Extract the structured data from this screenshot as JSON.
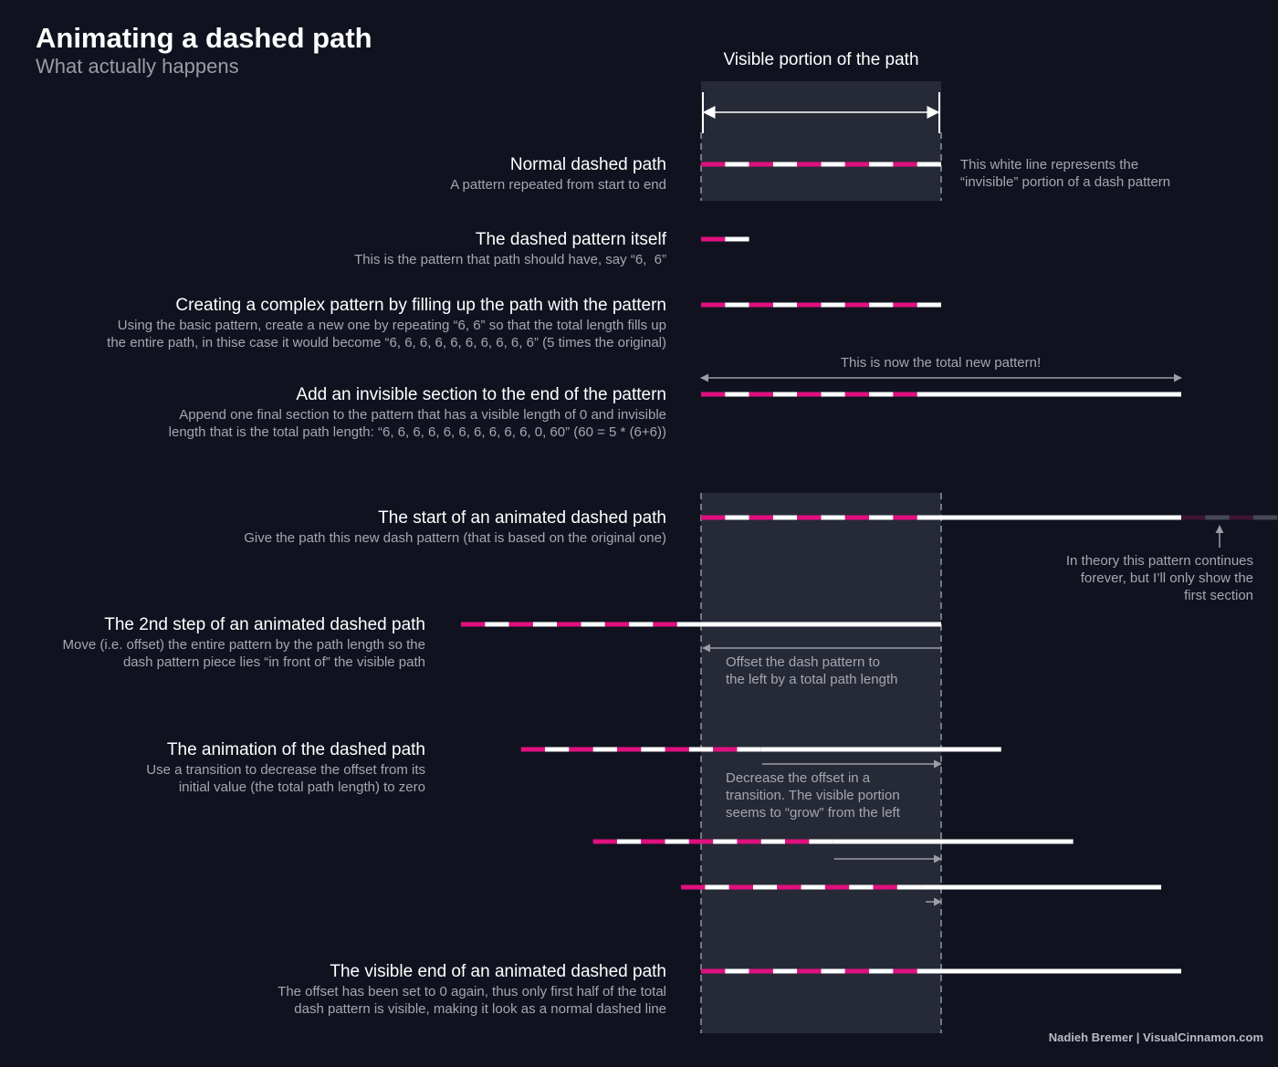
{
  "header": {
    "title": "Animating a dashed path",
    "subtitle": "What actually happens"
  },
  "visible_label": "Visible portion of the path",
  "sections": [
    {
      "heading": "Normal dashed path",
      "desc": "A pattern repeated from start to end"
    },
    {
      "heading": "The dashed pattern itself",
      "desc": "This is the pattern that path should have, say “6,  6”"
    },
    {
      "heading": "Creating a complex pattern by filling up the path with the pattern",
      "desc": "Using the basic pattern, create a new one by repeating “6, 6” so that the total length fills up\nthe entire path, in thise case it would become “6, 6, 6, 6, 6, 6, 6, 6, 6, 6” (5 times the original)"
    },
    {
      "heading": "Add an invisible section to the end of the pattern",
      "desc": "Append one final section to the pattern that has a visible length of 0 and invisible\nlength that is the total path length: “6, 6, 6, 6, 6, 6, 6, 6, 6, 6, 0, 60” (60 = 5 * (6+6))"
    },
    {
      "heading": "The start of an animated dashed path",
      "desc": "Give the path this new dash pattern (that is based on the original one)"
    },
    {
      "heading": "The 2nd step of an animated dashed path",
      "desc": "Move (i.e. offset) the entire pattern by the path length so the\ndash pattern piece lies “in front of” the visible path"
    },
    {
      "heading": "The animation of the dashed path",
      "desc": "Use a transition to decrease the offset from its\ninitial value (the total path length) to zero"
    },
    {
      "heading": "The visible end of an animated dashed path",
      "desc": "The offset has been set to 0 again, thus only first half of the total\ndash pattern is visible, making it look as a normal dashed line"
    }
  ],
  "notes": {
    "white_line": "This white line represents the\n“invisible” portion of a dash pattern",
    "total_pattern": "This is now the total new pattern!",
    "theory": "In theory this pattern continues\nforever, but I’ll only show the\nfirst section",
    "offset_left": "Offset the dash pattern to\nthe left by a total path length",
    "decrease_offset": "Decrease the offset in a\ntransition. The visible portion\nseems to “grow” from the left"
  },
  "dash_pattern": {
    "dash": 6,
    "gap": 6,
    "repeats": 5,
    "path_length": 60,
    "visible_color": "#e0107f",
    "invisible_color": "#ffffff",
    "continuation_colors": [
      "#3d1535",
      "#454955"
    ]
  },
  "animation_offsets": [
    0,
    60,
    45,
    27,
    5,
    0
  ],
  "colors": {
    "background": "#10131f",
    "visible_region": "#262a36",
    "arrow": "#9c9ea6",
    "dashed_guides": "#b0b3ba"
  },
  "credit": "Nadieh Bremer | VisualCinnamon.com"
}
